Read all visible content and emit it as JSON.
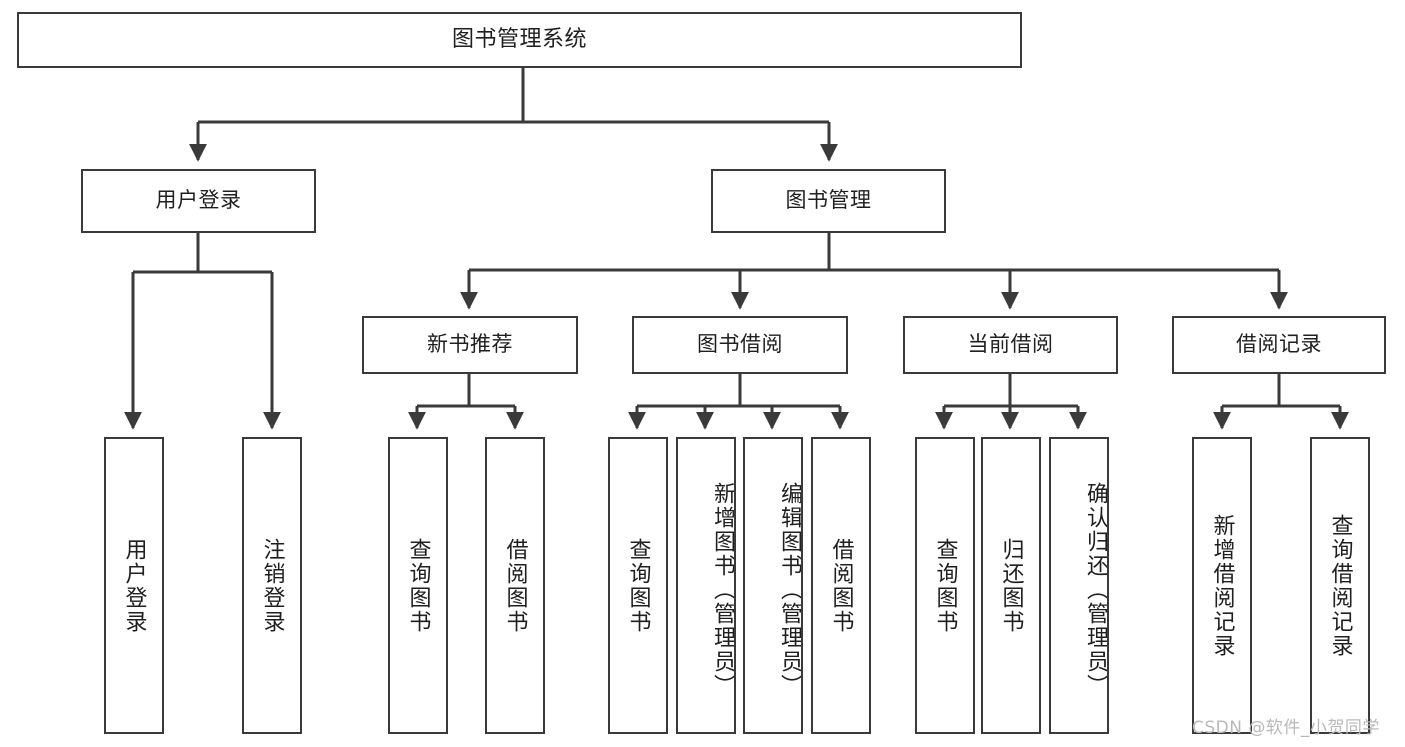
{
  "diagram": {
    "title": "图书管理系统",
    "type": "hierarchy-tree",
    "root": {
      "id": "root",
      "label": "图书管理系统"
    },
    "level2": [
      {
        "id": "user-login",
        "label": "用户登录"
      },
      {
        "id": "book-manage",
        "label": "图书管理"
      }
    ],
    "level3": [
      {
        "id": "new-book-rec",
        "label": "新书推荐"
      },
      {
        "id": "book-borrow",
        "label": "图书借阅"
      },
      {
        "id": "current-borrow",
        "label": "当前借阅"
      },
      {
        "id": "borrow-record",
        "label": "借阅记录"
      }
    ],
    "leaves": {
      "user_login": [
        {
          "id": "leaf-user-login",
          "label": "用户登录"
        },
        {
          "id": "leaf-logout",
          "label": "注销登录"
        }
      ],
      "new_book_rec": [
        {
          "id": "leaf-query-book-1",
          "label": "查询图书"
        },
        {
          "id": "leaf-borrow-book-1",
          "label": "借阅图书"
        }
      ],
      "book_borrow": [
        {
          "id": "leaf-query-book-2",
          "label": "查询图书"
        },
        {
          "id": "leaf-add-book",
          "label": "新增图书（管理员）"
        },
        {
          "id": "leaf-edit-book",
          "label": "编辑图书（管理员）"
        },
        {
          "id": "leaf-borrow-book-2",
          "label": "借阅图书"
        }
      ],
      "current_borrow": [
        {
          "id": "leaf-query-book-3",
          "label": "查询图书"
        },
        {
          "id": "leaf-return-book",
          "label": "归还图书"
        },
        {
          "id": "leaf-confirm-return",
          "label": "确认归还（管理员）"
        }
      ],
      "borrow_record": [
        {
          "id": "leaf-add-record",
          "label": "新增借阅记录"
        },
        {
          "id": "leaf-query-record",
          "label": "查询借阅记录"
        }
      ]
    }
  },
  "watermark": {
    "text": "CSDN @软件_小贺同学"
  },
  "colors": {
    "stroke": "#3a3a3a",
    "text": "#1f1f1f",
    "background": "#ffffff",
    "watermark": "#b9b9b9"
  }
}
